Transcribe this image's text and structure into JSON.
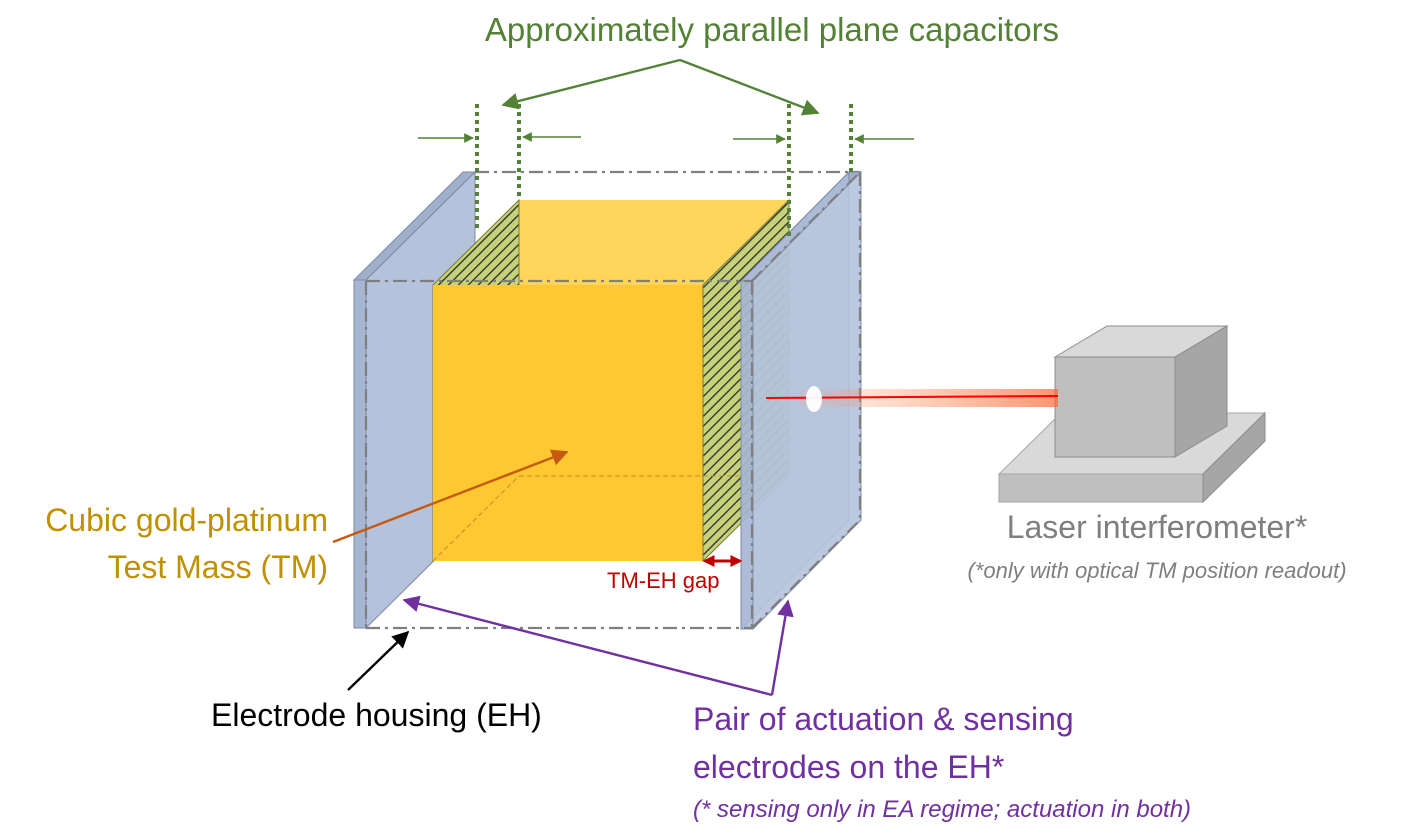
{
  "labels": {
    "capacitors": "Approximately parallel plane capacitors",
    "test_mass_line1": "Cubic gold-platinum",
    "test_mass_line2": "Test Mass (TM)",
    "gap": "TM-EH gap",
    "housing": "Electrode housing (EH)",
    "electrodes_line1": "Pair of actuation & sensing",
    "electrodes_line2": "electrodes on the EH*",
    "electrodes_note": "(* sensing only in EA regime; actuation in both)",
    "laser": "Laser interferometer*",
    "laser_note": "(*only with optical TM position readout)"
  },
  "colors": {
    "green": "#538135",
    "gold": "#bf9000",
    "orange": "#c55a11",
    "purple": "#7030a0",
    "red": "#c00000",
    "grey_text": "#7f7f7f",
    "black": "#000000",
    "electrode": "#b4c2dc",
    "tm_front": "#fdc832",
    "tm_top": "#ffd55a",
    "laser_beam": "#ff0000"
  }
}
